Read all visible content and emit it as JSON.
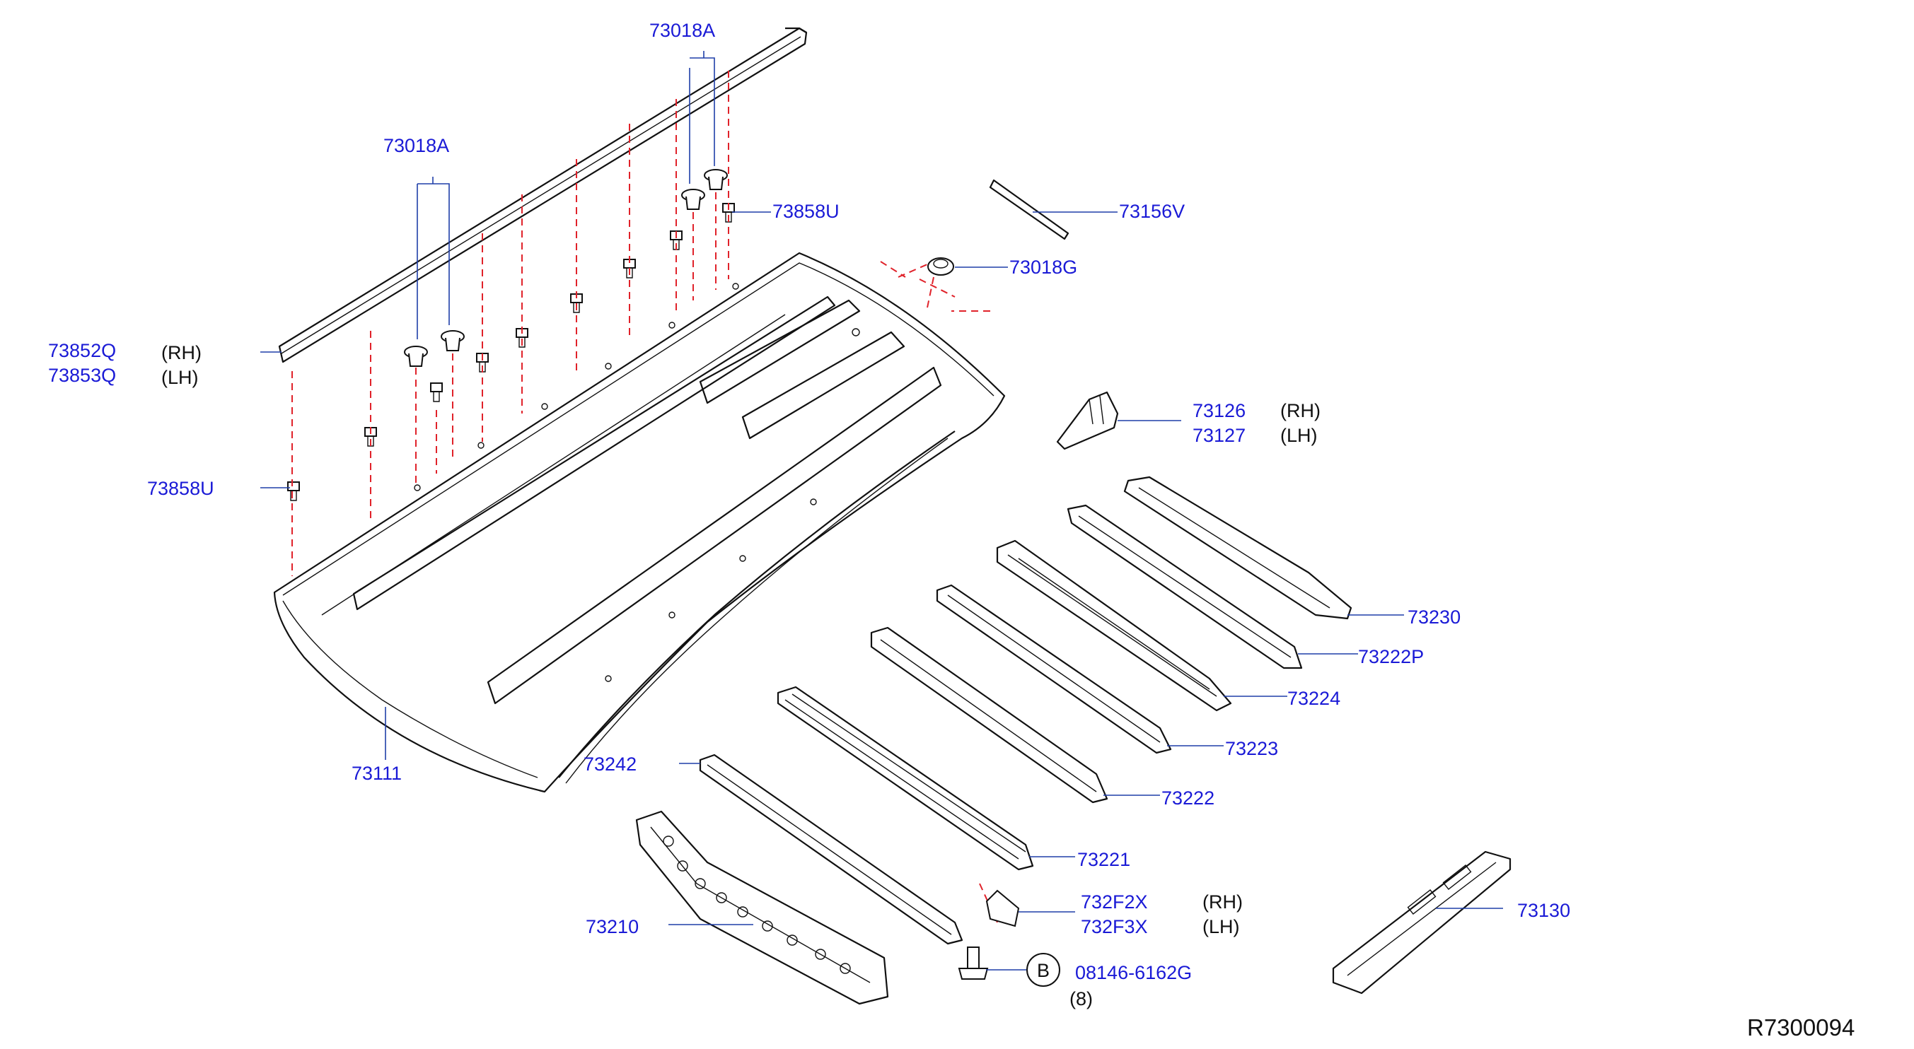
{
  "diagram_ref": "R7300094",
  "callouts": {
    "c73018A_top": "73018A",
    "c73018A_left": "73018A",
    "c73858U_right": "73858U",
    "c73858U_left": "73858U",
    "c73156V": "73156V",
    "c73018G": "73018G",
    "c73852Q": "73852Q",
    "c73853Q": "73853Q",
    "c73126": "73126",
    "c73127": "73127",
    "c73230": "73230",
    "c73222P": "73222P",
    "c73224": "73224",
    "c73223": "73223",
    "c73222": "73222",
    "c73221": "73221",
    "c73242": "73242",
    "c73111": "73111",
    "c73210": "73210",
    "c732F2X": "732F2X",
    "c732F3X": "732F3X",
    "c73130": "73130",
    "c08146": "08146-6162G"
  },
  "qualifiers": {
    "rh": "(RH)",
    "lh": "(LH)",
    "qty": "(8)"
  },
  "badge": "B"
}
